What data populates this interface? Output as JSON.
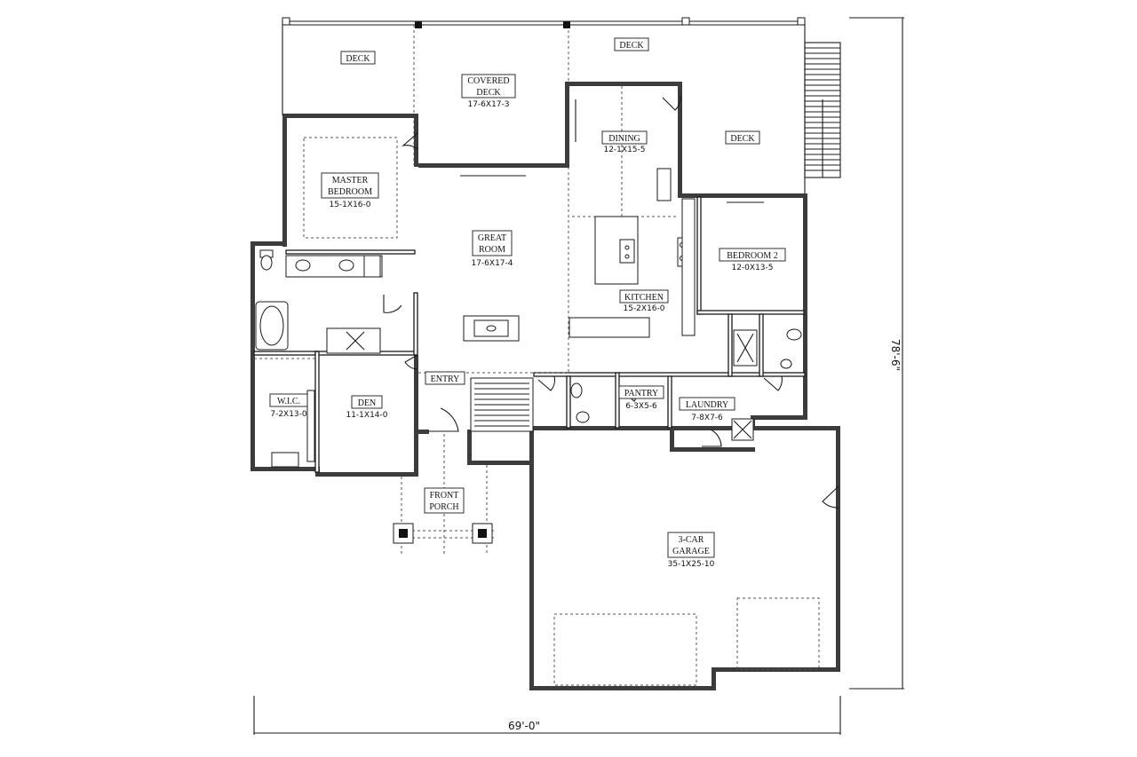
{
  "rooms": {
    "deck_left": {
      "name": "DECK"
    },
    "covered_deck": {
      "name1": "COVERED",
      "name2": "DECK",
      "size": "17-6X17-3"
    },
    "deck_top": {
      "name": "DECK"
    },
    "deck_right": {
      "name": "DECK"
    },
    "dining": {
      "name": "DINING",
      "size": "12-1X15-5"
    },
    "master": {
      "name1": "MASTER",
      "name2": "BEDROOM",
      "size": "15-1X16-0"
    },
    "great_room": {
      "name1": "GREAT",
      "name2": "ROOM",
      "size": "17-6X17-4"
    },
    "kitchen": {
      "name": "KITCHEN",
      "size": "15-2X16-0"
    },
    "bedroom2": {
      "name": "BEDROOM 2",
      "size": "12-0X13-5"
    },
    "entry": {
      "name": "ENTRY"
    },
    "pantry": {
      "name": "PANTRY",
      "size": "6-3X5-6"
    },
    "laundry": {
      "name": "LAUNDRY",
      "size": "7-8X7-6"
    },
    "wic": {
      "name": "W.I.C.",
      "size": "7-2X13-0"
    },
    "den": {
      "name": "DEN",
      "size": "11-1X14-0"
    },
    "front_porch": {
      "name1": "FRONT",
      "name2": "PORCH"
    },
    "garage": {
      "name1": "3-CAR",
      "name2": "GARAGE",
      "size": "35-1X25-10"
    }
  },
  "dimensions": {
    "width": "69'-0\"",
    "depth": "78'-6\""
  }
}
